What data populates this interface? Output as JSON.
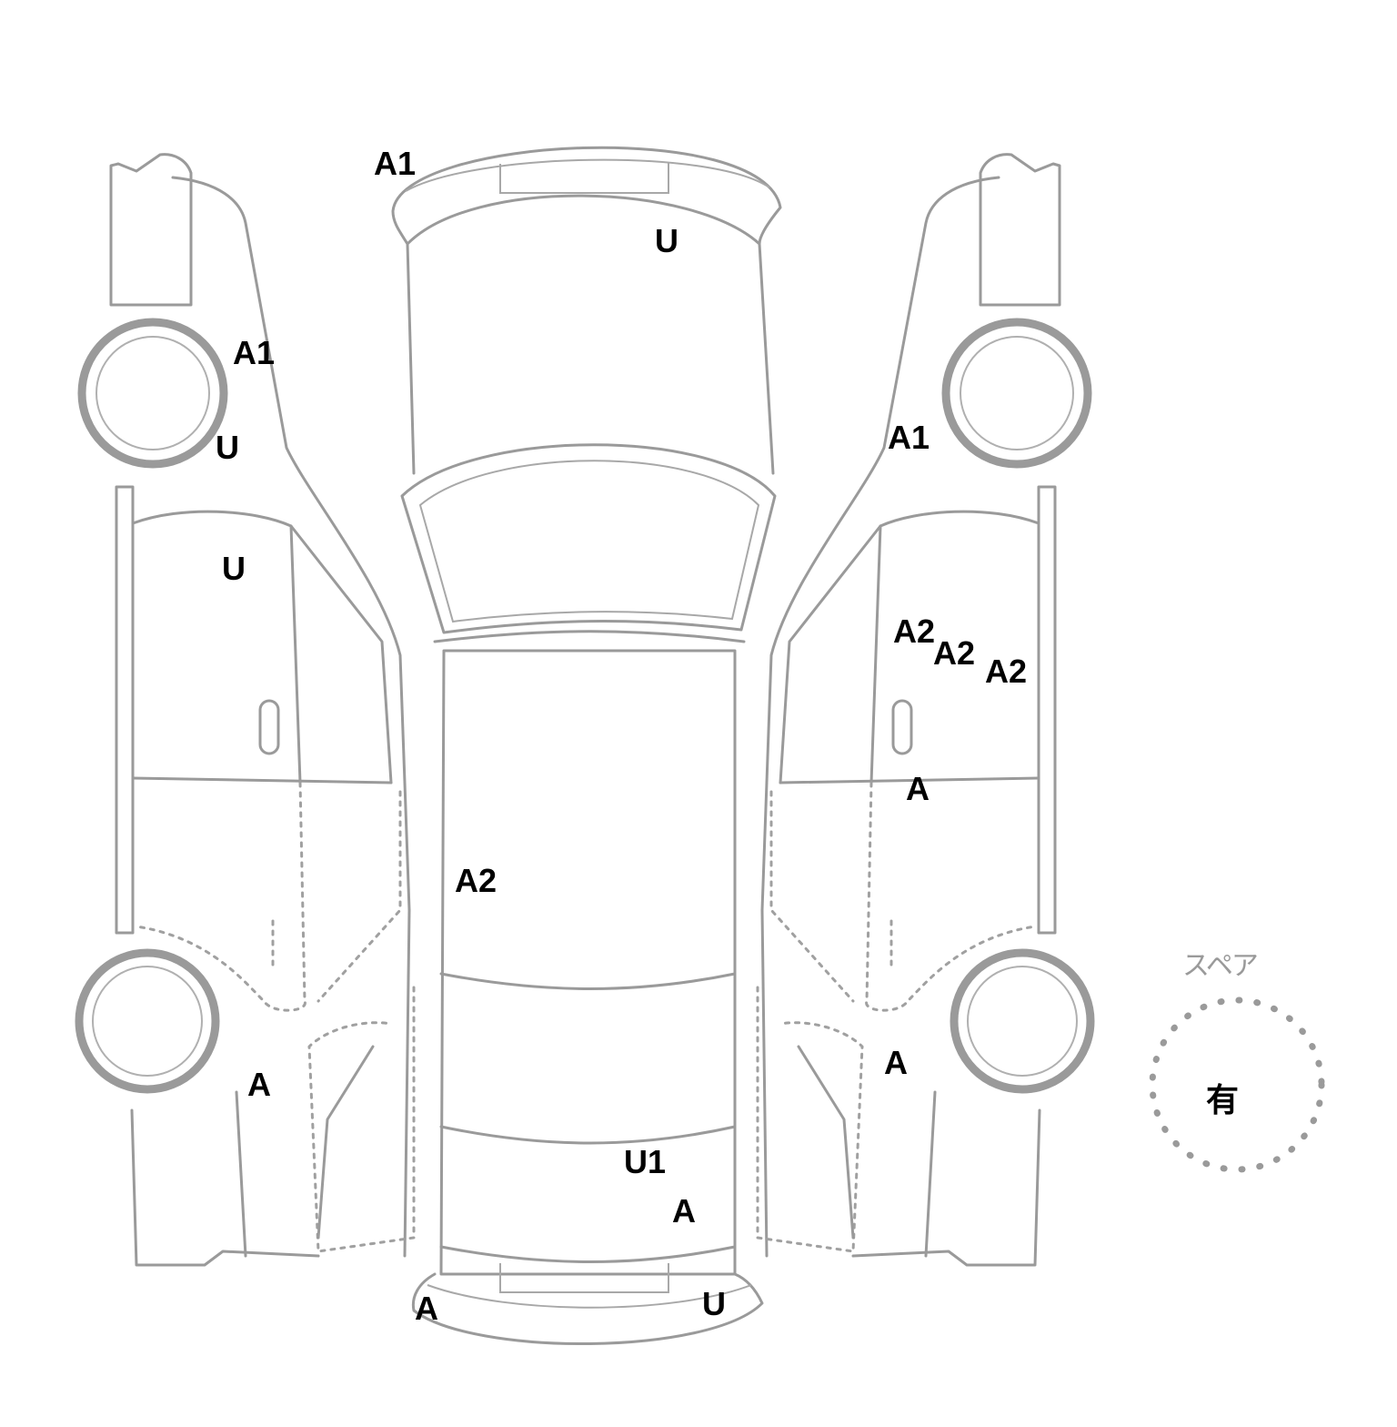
{
  "marks": [
    {
      "id": "top-a1",
      "label": "A1"
    },
    {
      "id": "top-u",
      "label": "U"
    },
    {
      "id": "left-a1",
      "label": "A1"
    },
    {
      "id": "left-u-wheel",
      "label": "U"
    },
    {
      "id": "left-u-door",
      "label": "U"
    },
    {
      "id": "right-a1",
      "label": "A1"
    },
    {
      "id": "right-a2-1",
      "label": "A2"
    },
    {
      "id": "right-a2-2",
      "label": "A2"
    },
    {
      "id": "right-a2-3",
      "label": "A2"
    },
    {
      "id": "right-a-door",
      "label": "A"
    },
    {
      "id": "center-a2",
      "label": "A2"
    },
    {
      "id": "left-a-rear",
      "label": "A"
    },
    {
      "id": "right-a-rear",
      "label": "A"
    },
    {
      "id": "center-u1",
      "label": "U1"
    },
    {
      "id": "center-a-trunk",
      "label": "A"
    },
    {
      "id": "bottom-a",
      "label": "A"
    },
    {
      "id": "bottom-u",
      "label": "U"
    }
  ],
  "spare": {
    "label": "スペア",
    "value": "有"
  }
}
